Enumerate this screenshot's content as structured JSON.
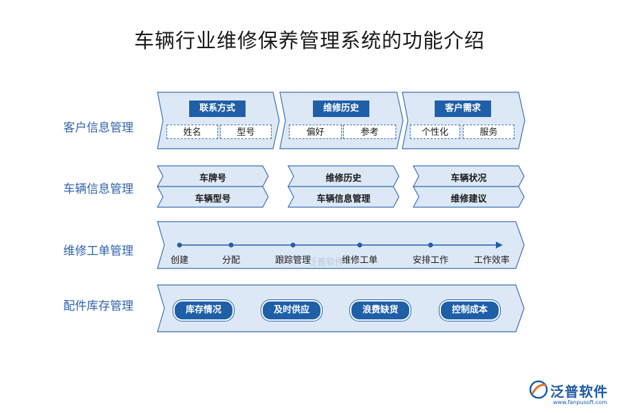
{
  "title": "车辆行业维修保养管理系统的功能介绍",
  "rows": [
    {
      "label": "客户信息管理",
      "groups": [
        {
          "header": "联系方式",
          "items": [
            "姓名",
            "型号"
          ]
        },
        {
          "header": "维修历史",
          "items": [
            "偏好",
            "参考"
          ]
        },
        {
          "header": "客户需求",
          "items": [
            "个性化",
            "服务"
          ]
        }
      ]
    },
    {
      "label": "车辆信息管理",
      "columns": [
        [
          "车牌号",
          "车辆型号"
        ],
        [
          "维修历史",
          "车辆信息管理"
        ],
        [
          "车辆状况",
          "维修建议"
        ]
      ]
    },
    {
      "label": "维修工单管理",
      "steps": [
        "创建",
        "分配",
        "跟踪管理",
        "维修工单",
        "安排工作",
        "工作效率"
      ]
    },
    {
      "label": "配件库存管理",
      "pills": [
        "库存情况",
        "及时供应",
        "浪费缺货",
        "控制成本"
      ]
    }
  ],
  "watermark": "泛普软件",
  "logo": {
    "name": "泛普软件",
    "url": "www.fanpusoft.com"
  },
  "colors": {
    "accent": "#1f5fa8",
    "panel_fill": "#dce8f5",
    "panel_stroke": "#3a6fb5",
    "label": "#2e63ad"
  }
}
